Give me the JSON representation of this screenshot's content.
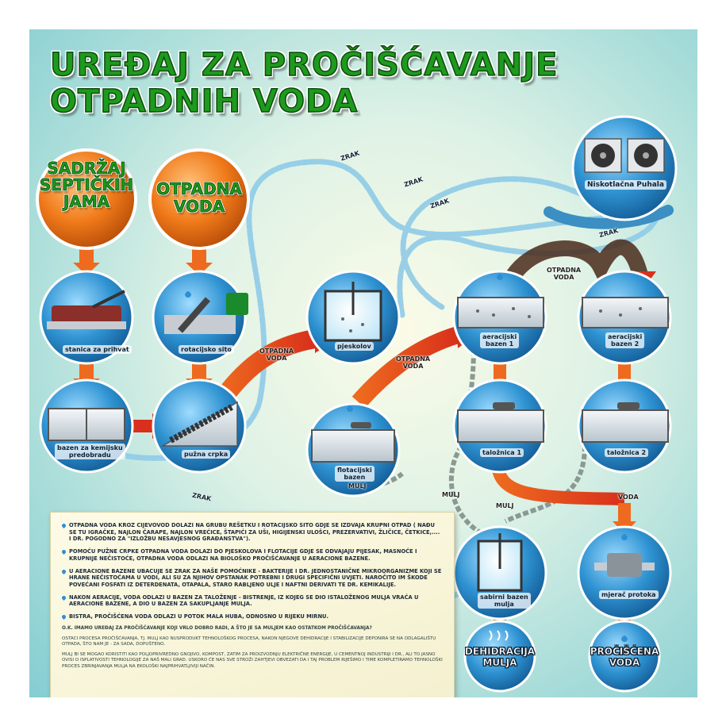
{
  "title": {
    "line1": "UREĐAJ ZA PROČIŠĆAVANJE",
    "line2": "OTPADNIH VODA"
  },
  "sources": [
    {
      "id": "septic",
      "lines": [
        "SADRŽAJ",
        "SEPTIČKIH",
        "JAMA"
      ]
    },
    {
      "id": "wastewater",
      "lines": [
        "OTPADNA",
        "VODA"
      ]
    }
  ],
  "nodes": [
    {
      "id": "stanica",
      "lines": [
        "stanica za prihvat"
      ]
    },
    {
      "id": "sito",
      "lines": [
        "rotacijsko sito"
      ]
    },
    {
      "id": "bazen_kem",
      "lines": [
        "bazen za kemijsku",
        "predobradu"
      ]
    },
    {
      "id": "pumpa",
      "lines": [
        "pužna crpka"
      ]
    },
    {
      "id": "pjeskolov",
      "lines": [
        "pjeskolov"
      ]
    },
    {
      "id": "flotacija",
      "lines": [
        "flotacijski",
        "bazen"
      ]
    },
    {
      "id": "aer1",
      "lines": [
        "aeracijski",
        "bazen 1"
      ]
    },
    {
      "id": "aer2",
      "lines": [
        "aeracijski",
        "bazen 2"
      ]
    },
    {
      "id": "tal1",
      "lines": [
        "taložnica 1"
      ]
    },
    {
      "id": "tal2",
      "lines": [
        "taložnica 2"
      ]
    },
    {
      "id": "sabirni",
      "lines": [
        "sabirni bazen",
        "mulja"
      ]
    },
    {
      "id": "mjerac",
      "lines": [
        "mjerač protoka"
      ]
    },
    {
      "id": "puhala",
      "lines": [
        "Niskotlačna Puhala"
      ]
    }
  ],
  "endpoints": [
    {
      "id": "dehidracija",
      "lines": [
        "DEHIDRACIJA",
        "MULJA"
      ]
    },
    {
      "id": "ciscena",
      "lines": [
        "PROČIŠĆENA",
        "VODA"
      ]
    }
  ],
  "flow_labels": {
    "otpadna_voda_1": [
      "OTPADNA",
      "VODA"
    ],
    "otpadna_voda_2": [
      "OTPADNA",
      "VODA"
    ],
    "otpadna_voda_3": [
      "OTPADNA",
      "VODA"
    ],
    "mulj_1": "MULJ",
    "mulj_2": "MULJ",
    "mulj_3": "MULJ",
    "voda": "VODA",
    "zrak": "ZRAK"
  },
  "info": {
    "items": [
      "OTPADNA VODA KROZ CIJEVOVOD DOLAZI NA GRUBU REŠETKU I ROTACIJSKO SITO GDJE SE IZDVAJA KRUPNI OTPAD ( NAĐU SE TU IGRAČKE, NAJLON ČARAPE, NAJLON VREĆICE, ŠTAPIĆI ZA UŠI, HIGIJENSKI ULOŠCI, PREZERVATIVI, ŽLIČICE, ČETKICE,.... I DR. POGODNO ZA \"IZLOŽBU NESAVJESNOG GRAĐANSTVA\").",
      "POMOĆU PUŽNE CRPKE OTPADNA VODA DOLAZI DO PJESKOLOVA I FLOTACIJE GDJE SE ODVAJAJU PIJESAK, MASNOĆE I KRUPNIJE NEČISTOĆE, OTPADNA VODA ODLAZI NA BIOLOŠKO PROČIŠĆAVANJE U AERACIONE BAZENE.",
      "U AERACIONE BAZENE UBACUJE SE ZRAK ZA NAŠE POMOĆNIKE - BAKTERIJE I DR. JEDNOSTANIČNE MIKROORGANIZME KOJI SE HRANE NEČISTOĆAMA U VODI, ALI SU ZA NJIHOV OPSTANAK POTREBNI I DRUGI SPECIFIČNI UVJETI. NAROČITO IM ŠKODE POVEĆANI FOSFATI IZ DETERDENATA, OTAPALA, STARO RABLJENO ULJE I NAFTNI DERIVATI TE DR. KEMIKALIJE.",
      "NAKON AERACIJE, VODA ODLAZI U BAZEN ZA TALOŽENJE - BISTRENJE, IZ KOJEG SE DIO ISTALOŽENOG MULJA VRAĆA U AERACIONE BAZENE, A DIO U BAZEN ZA SAKUPLJANJE MULJA.",
      "BISTRA, PROČIŠĆENA VODA ODLAZI U POTOK MALA HUBA, ODNOSNO U RIJEKU MIRNU."
    ],
    "notes": [
      "O.K. IMAMO UREĐAJ ZA PROČIŠĆAVANJE KOJI VRLO DOBRO RADI, A ŠTO JE SA MULJEM KAO OSTATKOM PROČIŠĆAVANJA?",
      "OSTACI PROCESA PROČIŠĆAVANJA, TJ. MULJ KAO NUSPRODUKT TEHNOLOŠKOG PROCESA, NAKON NJEGOVE DEHIDRACIJE I STABILIZACIJE DEPONIRA SE NA ODLAGALIŠTU OTPADA, ŠTO NAM JE - ZA SADA, DOPUŠTENO.",
      "MULJ BI SE MOGAO KORISTITI KAO POLJOPRIVREDNO GNOJIVO, KOMPOST, ZATIM ZA PROIZVODNJU ELEKTRIČNE ENERGIJE, U CEMENTNOJ INDUSTRIJI I DR., ALI TO JASNO OVISI O ISPLATIVOSTI TEHNOLOGIJE ZA NAŠ MALI GRAD. USKORO ĆE NAS SVE STROŽI ZAHTJEVI OBVEZATI DA I TAJ PROBLEM RIJEŠIMO I TIME KOMPLETIRAMO TEHNOLOŠKI PROCES ZBRINJAVANJA MULJA NA EKOLOŠKI NAJPRIHVATLJIVIJI NAČIN."
    ]
  },
  "colors": {
    "flow_orange": "#ee6a1e",
    "flow_red": "#d8301c",
    "air_blue": "#8fcbe8",
    "sludge_gray": "#8a9a92",
    "node_blue": "#2a88c8",
    "source_orange": "#f07a1a",
    "title_green": "#1e9a1e"
  },
  "icons": [
    "water-drop-icon",
    "fan-icon",
    "truck-icon",
    "garbage-bin-icon",
    "screw-pump-icon",
    "steam-icon",
    "meter-icon"
  ]
}
